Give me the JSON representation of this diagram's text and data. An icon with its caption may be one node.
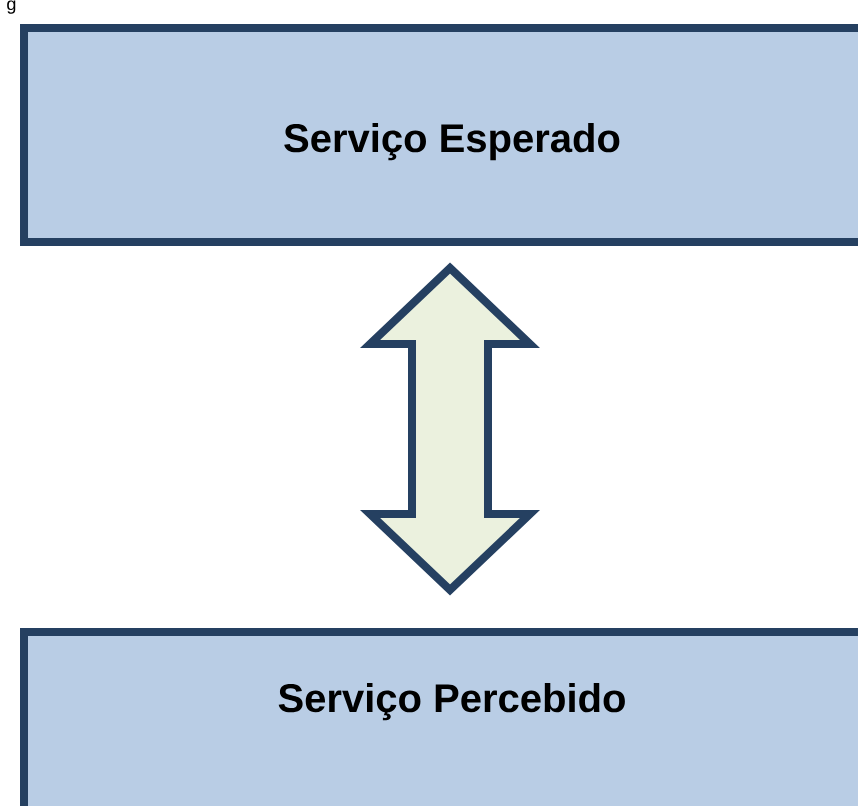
{
  "diagram": {
    "nodes": [
      {
        "text": [
          "Serviço Esperado"
        ]
      },
      {
        "text": [
          "Serviço Percebido"
        ]
      }
    ],
    "edges": [
      {
        "from": 0,
        "to": 1,
        "arrow": "both"
      }
    ],
    "labels": [
      "g"
    ]
  }
}
